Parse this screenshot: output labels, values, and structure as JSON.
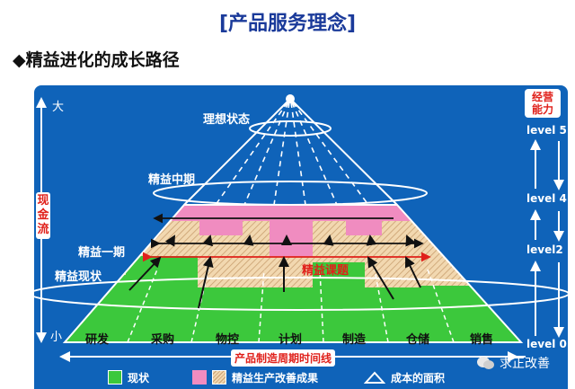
{
  "header": {
    "title": "[产品服务理念]",
    "subtitle_bullet": "◆",
    "subtitle": "精益进化的成长路径"
  },
  "diagram": {
    "stage_labels": {
      "ideal": "理想状态",
      "mid": "精益中期",
      "phase1": "精益一期",
      "current": "精益现状"
    },
    "y_axis": {
      "label": "现金流",
      "top": "大",
      "bottom": "小"
    },
    "x_axis": {
      "label": "产品制造周期时间线"
    },
    "red_topic": "精益课题",
    "categories": [
      "研发",
      "采购",
      "物控",
      "计划",
      "制造",
      "仓储",
      "销售"
    ],
    "capability": {
      "title_line1": "经营",
      "title_line2": "能力",
      "levels": [
        "level 5",
        "level 4",
        "level2",
        "level 0"
      ]
    },
    "legend": [
      {
        "label": "现状",
        "color": "#3cc83c"
      },
      {
        "label": "精益生产改善成果",
        "colors": [
          "#f08cc0",
          "#f2d8b0"
        ]
      },
      {
        "label": "成本的面积",
        "shape": "triangle-outline"
      }
    ],
    "colors": {
      "panel": "#0f63b9",
      "green": "#3cc83c",
      "pink": "#f08cc0",
      "hatch": "#f2d8b0",
      "red": "#e0201a"
    }
  },
  "watermark": {
    "icon": "wechat-icon",
    "text": "求正改善"
  }
}
